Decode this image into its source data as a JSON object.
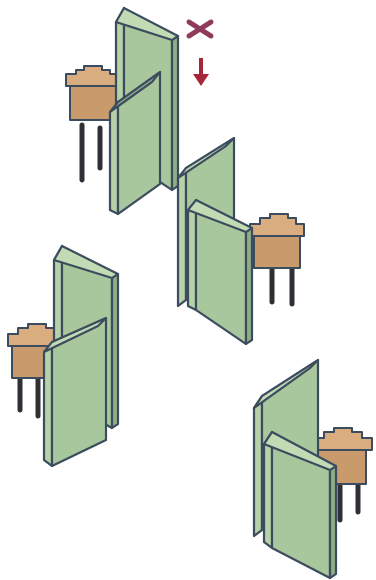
{
  "scene": {
    "kind": "isometric-game-board",
    "icons": {
      "close": "close-x-icon",
      "move": "down-arrow-icon"
    },
    "colors": {
      "close_icon": "#8f3a58",
      "arrow_icon": "#a8263a",
      "panel_green": "#a9c79d",
      "tower_tan": "#c99b6c"
    },
    "units": [
      {
        "id": "unit-top-left"
      },
      {
        "id": "unit-center-right"
      },
      {
        "id": "unit-mid-left"
      },
      {
        "id": "unit-bottom-right"
      }
    ]
  }
}
